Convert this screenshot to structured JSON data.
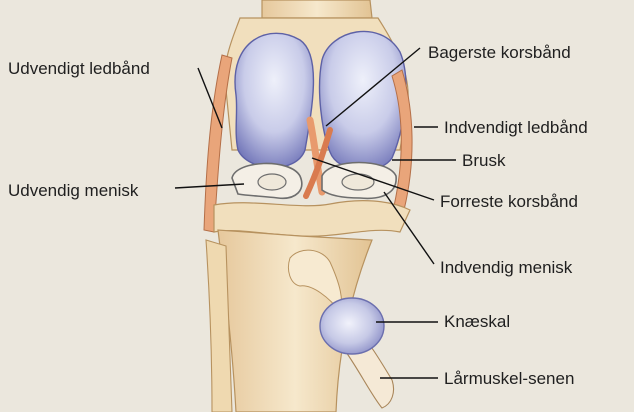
{
  "labels": {
    "udvendigt_ledbaand": "Udvendigt ledbånd",
    "bagerste_korsbaand": "Bagerste korsbånd",
    "indvendigt_ledbaand": "Indvendigt ledbånd",
    "brusk": "Brusk",
    "udvendig_menisk": "Udvendig menisk",
    "forreste_korsbaand": "Forreste korsbånd",
    "indvendig_menisk": "Indvendig menisk",
    "knaeskal": "Knæskal",
    "laarmuskel_senen": "Lårmuskel-senen"
  },
  "colors": {
    "background": "#ebe7dd",
    "bone": "#f3e3c4",
    "bone_shadow": "#d9b98a",
    "cartilage": "#7b7fc0",
    "cartilage_light": "#d6d8ef",
    "ligament": "#e9a57a",
    "leader_line": "#111111"
  }
}
